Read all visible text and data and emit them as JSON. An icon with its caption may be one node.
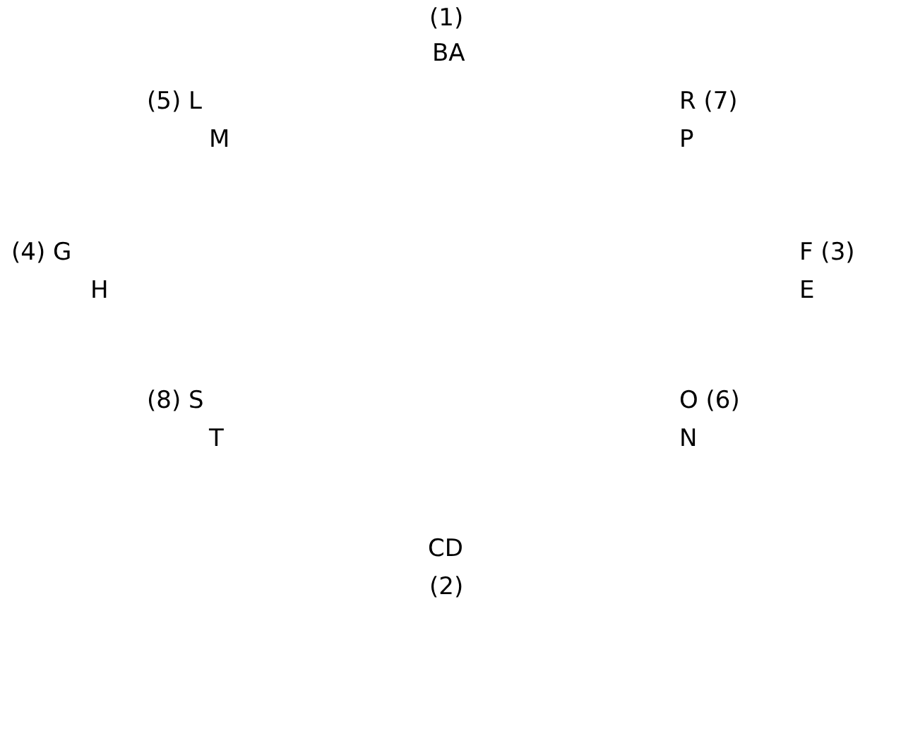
{
  "diagram": {
    "labels": [
      "(1)",
      "BA",
      "(5) L",
      "R (7)",
      "M",
      "P",
      "(4) G",
      "F (3)",
      "H",
      "E",
      "(8) S",
      "O (6)",
      "T",
      "N",
      "CD",
      "(2)"
    ]
  }
}
